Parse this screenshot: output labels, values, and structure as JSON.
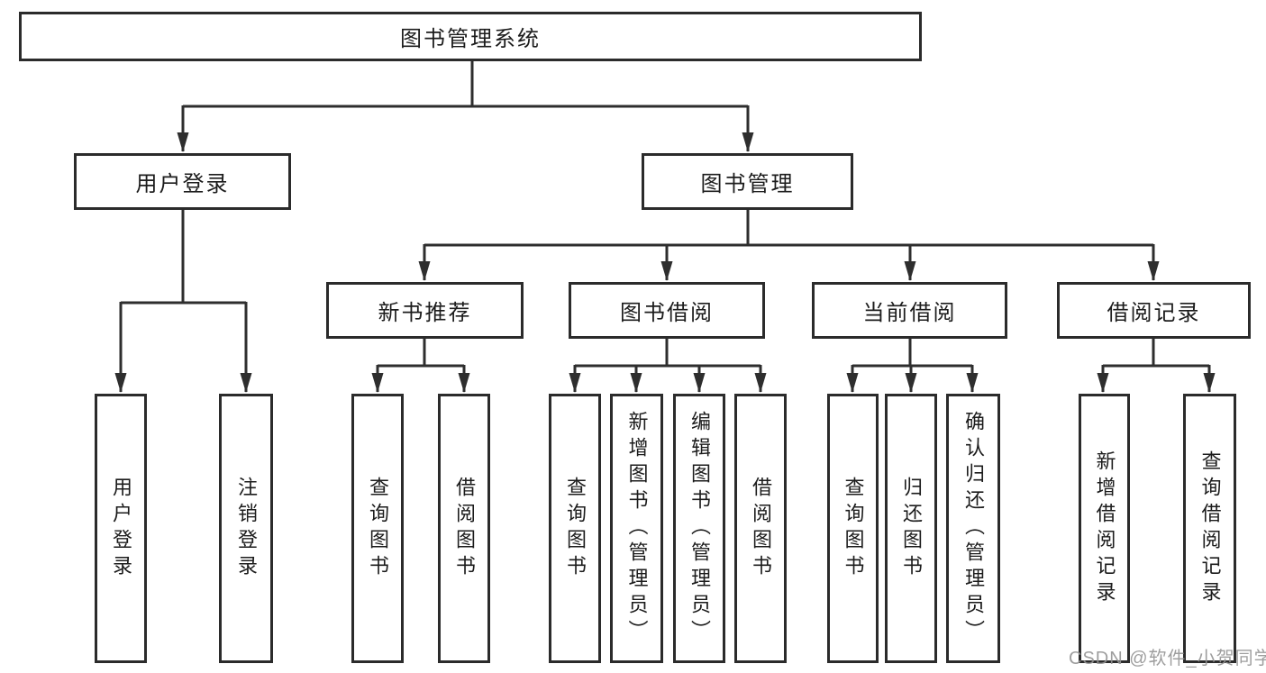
{
  "root": {
    "label": "图书管理系统"
  },
  "branches": [
    {
      "label": "用户登录",
      "children": [
        {
          "label": "用户登录"
        },
        {
          "label": "注销登录"
        }
      ]
    },
    {
      "label": "图书管理",
      "sections": [
        {
          "label": "新书推荐",
          "children": [
            {
              "label": "查询图书"
            },
            {
              "label": "借阅图书"
            }
          ]
        },
        {
          "label": "图书借阅",
          "children": [
            {
              "label": "查询图书"
            },
            {
              "label": "新增图书（管理员）"
            },
            {
              "label": "编辑图书（管理员）"
            },
            {
              "label": "借阅图书"
            }
          ]
        },
        {
          "label": "当前借阅",
          "children": [
            {
              "label": "查询图书"
            },
            {
              "label": "归还图书"
            },
            {
              "label": "确认归还（管理员）"
            }
          ]
        },
        {
          "label": "借阅记录",
          "children": [
            {
              "label": "新增借阅记录"
            },
            {
              "label": "查询借阅记录"
            }
          ]
        }
      ]
    }
  ],
  "watermark": {
    "text": "CSDN @软件_小贺同学"
  },
  "colors": {
    "line": "#2e2e2e",
    "box_border": "#2b2b2b",
    "text": "#1c1c1c",
    "watermark": "#949494"
  }
}
